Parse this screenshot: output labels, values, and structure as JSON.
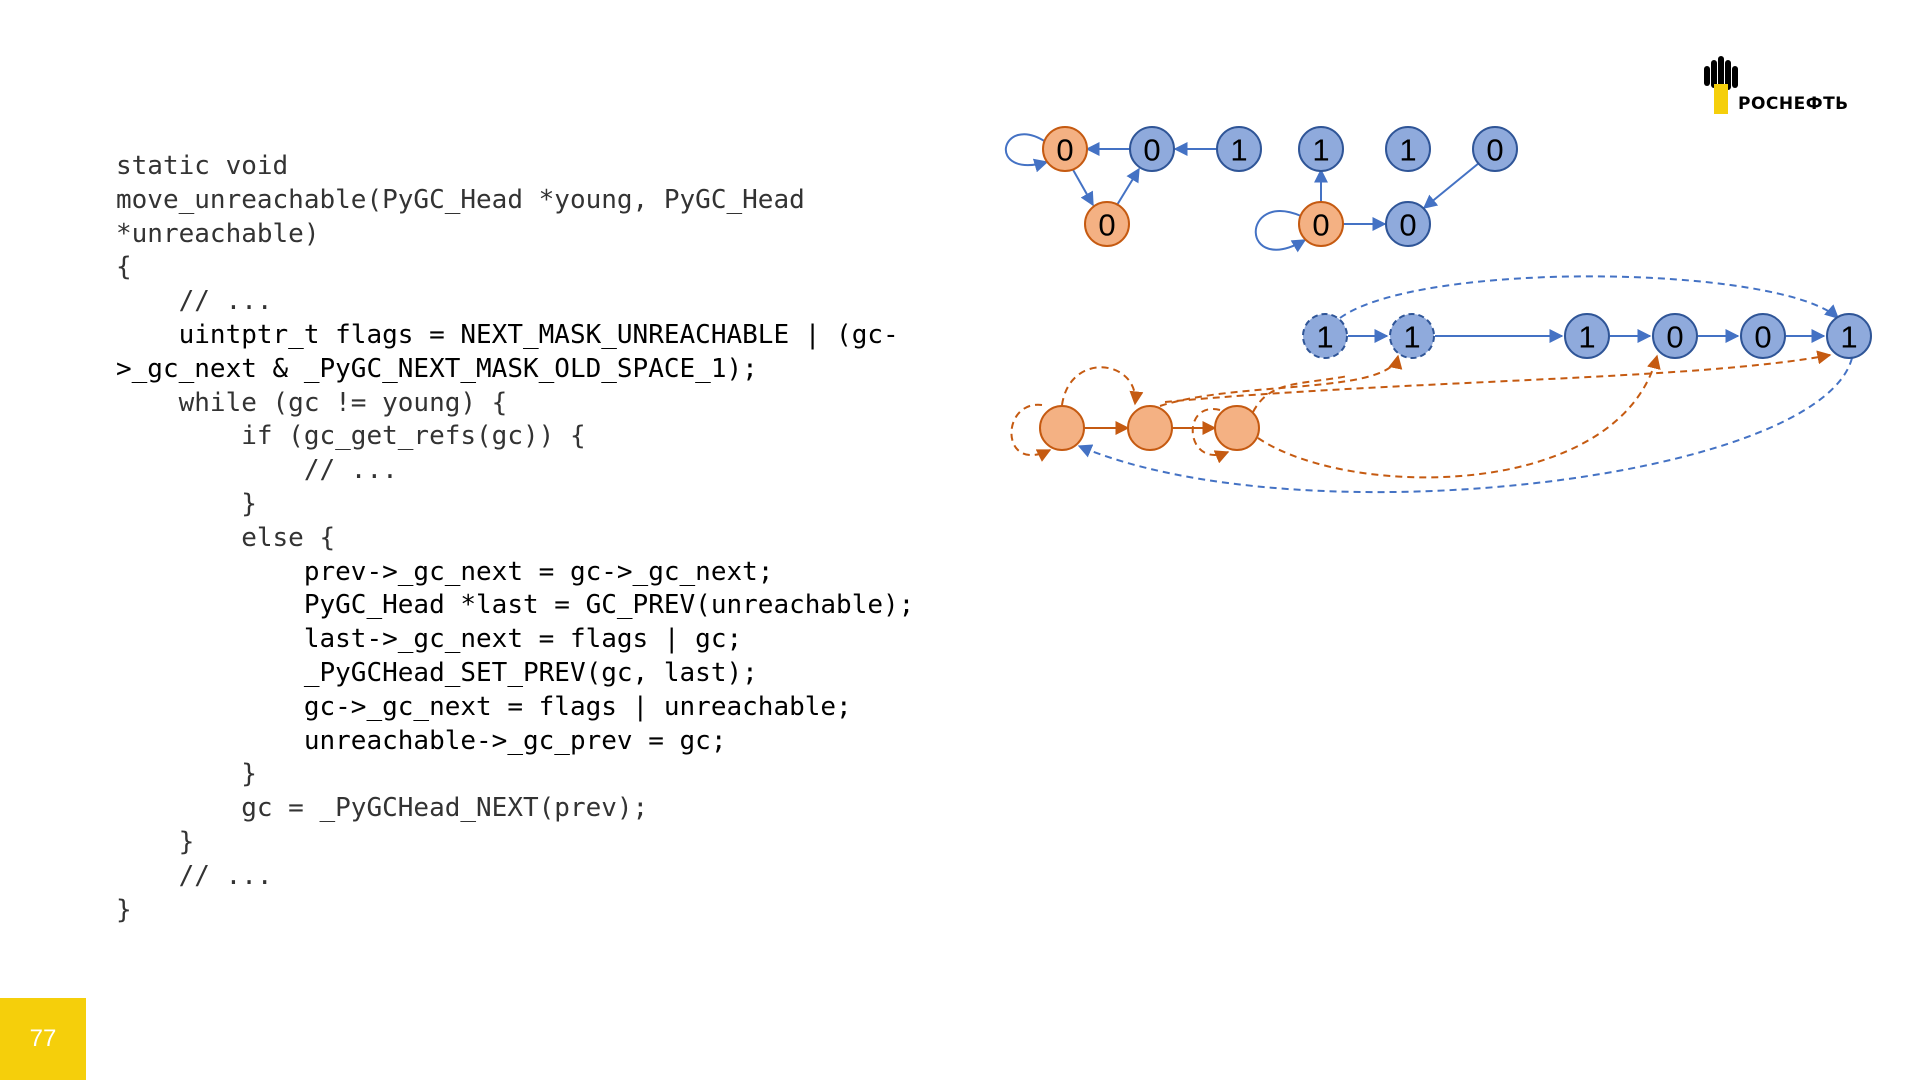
{
  "code_lines": [
    {
      "text": "static void",
      "highlight": false
    },
    {
      "text": "move_unreachable(PyGC_Head *young, PyGC_Head",
      "highlight": false
    },
    {
      "text": "*unreachable)",
      "highlight": false
    },
    {
      "text": "{",
      "highlight": false
    },
    {
      "text": "    // ...",
      "highlight": false
    },
    {
      "text": "    uintptr_t flags = NEXT_MASK_UNREACHABLE | (gc-",
      "highlight": true
    },
    {
      "text": ">_gc_next & _PyGC_NEXT_MASK_OLD_SPACE_1);",
      "highlight": true
    },
    {
      "text": "    while (gc != young) {",
      "highlight": false
    },
    {
      "text": "        if (gc_get_refs(gc)) {",
      "highlight": false
    },
    {
      "text": "            // ...",
      "highlight": false
    },
    {
      "text": "        }",
      "highlight": false
    },
    {
      "text": "        else {",
      "highlight": false
    },
    {
      "text": "            prev->_gc_next = gc->_gc_next;",
      "highlight": true
    },
    {
      "text": "            PyGC_Head *last = GC_PREV(unreachable);",
      "highlight": true
    },
    {
      "text": "            last->_gc_next = flags | gc;",
      "highlight": true
    },
    {
      "text": "            _PyGCHead_SET_PREV(gc, last);",
      "highlight": true
    },
    {
      "text": "            gc->_gc_next = flags | unreachable;",
      "highlight": true
    },
    {
      "text": "            unreachable->_gc_prev = gc;",
      "highlight": true
    },
    {
      "text": "        }",
      "highlight": false
    },
    {
      "text": "        gc = _PyGCHead_NEXT(prev);",
      "highlight": false
    },
    {
      "text": "    }",
      "highlight": false
    },
    {
      "text": "    // ...",
      "highlight": false
    },
    {
      "text": "}",
      "highlight": false
    }
  ],
  "logo": {
    "text": "РОСНЕФТЬ"
  },
  "page_number": "77",
  "colors": {
    "orange_fill": "#f4b183",
    "orange_stroke": "#c55a11",
    "blue_fill": "#8faadc",
    "blue_stroke": "#2f5597",
    "blue_arrow": "#4472c4",
    "orange_arrow": "#c55a11",
    "badge": "#f5cf0b"
  },
  "diagram": {
    "top_left_graph": {
      "nodes": [
        {
          "id": "a",
          "label": "0",
          "color": "orange"
        },
        {
          "id": "b",
          "label": "0",
          "color": "blue"
        },
        {
          "id": "c",
          "label": "1",
          "color": "blue"
        },
        {
          "id": "d",
          "label": "0",
          "color": "orange"
        }
      ],
      "edges": [
        [
          "c",
          "b"
        ],
        [
          "b",
          "a"
        ],
        [
          "a",
          "d"
        ],
        [
          "d",
          "b"
        ],
        [
          "a",
          "a"
        ]
      ]
    },
    "top_right_graph": {
      "nodes": [
        {
          "id": "e",
          "label": "1",
          "color": "blue"
        },
        {
          "id": "f",
          "label": "1",
          "color": "blue"
        },
        {
          "id": "g",
          "label": "0",
          "color": "blue"
        },
        {
          "id": "h",
          "label": "0",
          "color": "orange"
        },
        {
          "id": "i",
          "label": "0",
          "color": "blue"
        }
      ],
      "edges": [
        [
          "h",
          "e"
        ],
        [
          "h",
          "i"
        ],
        [
          "g",
          "i"
        ],
        [
          "h",
          "h"
        ]
      ]
    },
    "young_list": {
      "nodes": [
        {
          "id": "y1",
          "label": "1",
          "dashed": true
        },
        {
          "id": "y2",
          "label": "1",
          "dashed": true
        },
        {
          "id": "y3",
          "label": "1",
          "dashed": false
        },
        {
          "id": "y4",
          "label": "0",
          "dashed": false
        },
        {
          "id": "y5",
          "label": "0",
          "dashed": false
        },
        {
          "id": "y6",
          "label": "1",
          "dashed": false
        }
      ]
    },
    "unreachable_list": {
      "nodes": [
        {
          "id": "u1"
        },
        {
          "id": "u2"
        },
        {
          "id": "u3"
        }
      ]
    }
  }
}
